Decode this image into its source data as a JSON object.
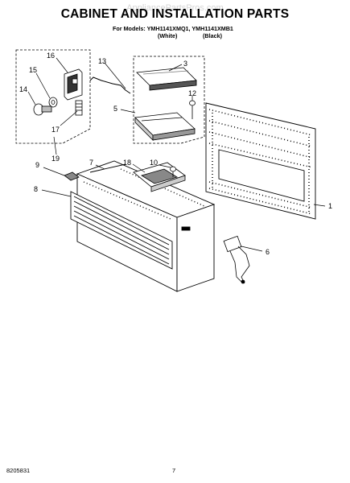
{
  "watermark": "AppliancePartsPros.com",
  "title": "CABINET AND INSTALLATION PARTS",
  "models_line": "For Models: YMH1141XMQ1, YMH1141XMB1",
  "variant_white": "(White)",
  "variant_black": "(Black)",
  "callouts": [
    "1",
    "3",
    "5",
    "6",
    "7",
    "8",
    "9",
    "10",
    "12",
    "13",
    "14",
    "15",
    "16",
    "17",
    "18",
    "19"
  ],
  "footer_left": "8205831",
  "footer_page": "7"
}
